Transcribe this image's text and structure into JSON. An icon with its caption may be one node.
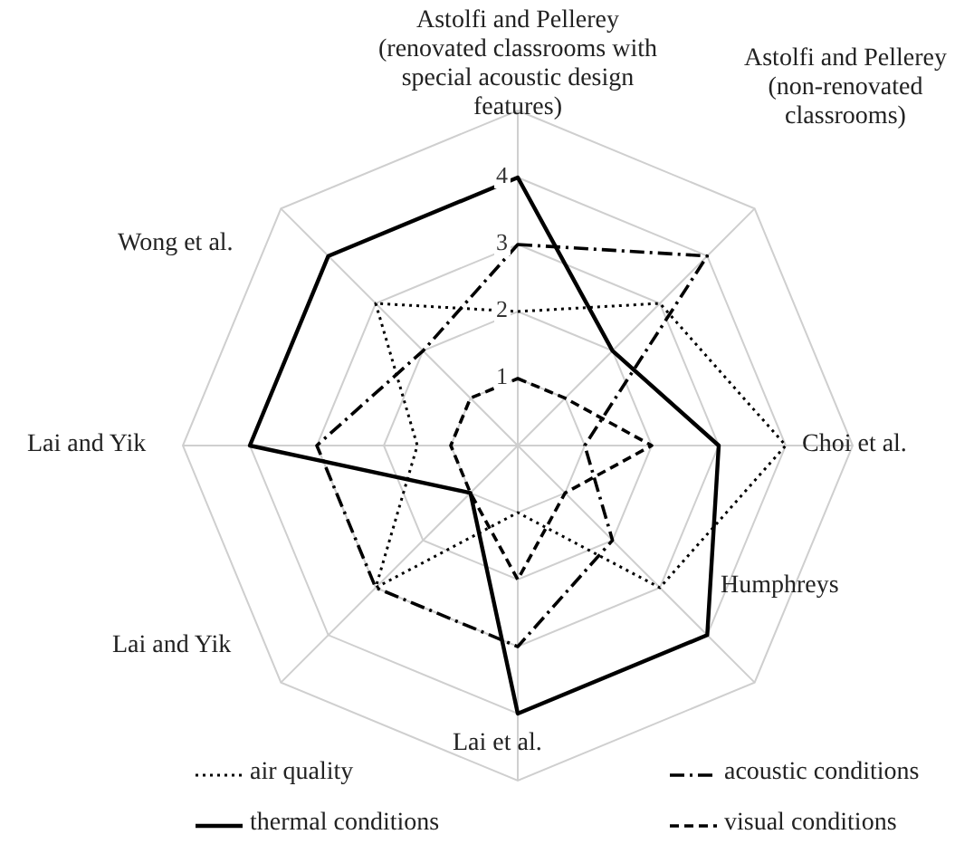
{
  "diagram": {
    "labels": [
      "Astolfi and Pellerey (renovated classrooms with special acoustic design features)",
      "4",
      "Astolfi and Pellerey (non-renovated classrooms)",
      "3",
      "Wong et al.",
      "2",
      "1",
      "Lai and Yik",
      "Choi et al.",
      "Humphreys",
      "Lai and Yik",
      "Lai et al."
    ],
    "legend": [
      {
        "text": "air quality"
      },
      {
        "text": "acoustic conditions"
      },
      {
        "text": "thermal conditions"
      },
      {
        "text": "visual conditions"
      }
    ]
  }
}
